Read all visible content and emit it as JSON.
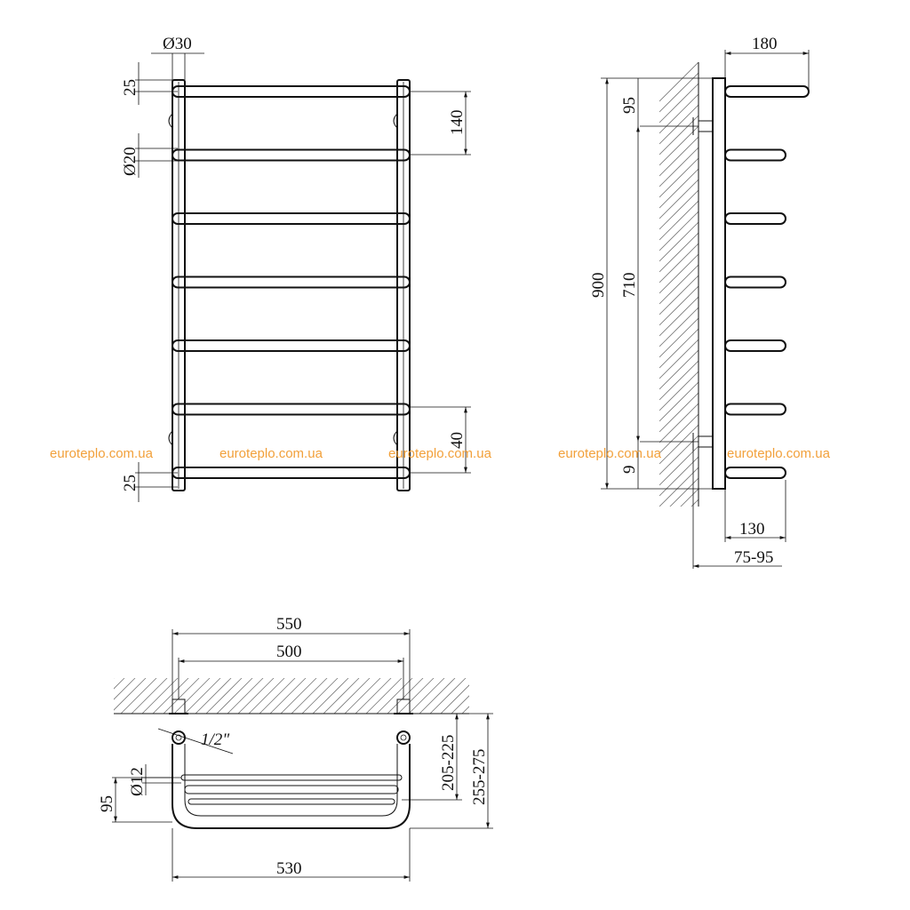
{
  "front_view": {
    "dim_pipe_diameter": "Ø30",
    "dim_rung_diameter": "Ø20",
    "dim_top_offset": "25",
    "dim_bottom_offset": "25",
    "dim_rung_pitch": "140",
    "dim_bottom_gap": "40",
    "rung_count": 7
  },
  "side_view": {
    "dim_depth": "180",
    "dim_height": "900",
    "dim_connection_spacing": "710",
    "dim_top_connection": "95",
    "dim_bottom_connection": "9",
    "dim_rung_length": "130",
    "dim_wall_distance": "75-95",
    "rung_count": 7
  },
  "top_view": {
    "dim_overall_width": "550",
    "dim_center_distance": "500",
    "dim_bottom_width": "530",
    "dim_thread": "1/2\"",
    "dim_bar_diameter": "Ø12",
    "dim_wall_offset": "205-225",
    "dim_total_depth": "255-275",
    "dim_bar_height": "95"
  },
  "watermarks": [
    "euroteplo.com.ua",
    "euroteplo.com.ua",
    "euroteplo.com.ua",
    "euroteplo.com.ua",
    "euroteplo.com.ua"
  ],
  "colors": {
    "line": "#111111",
    "watermark": "#f2a03a",
    "hatch": "#777777"
  }
}
